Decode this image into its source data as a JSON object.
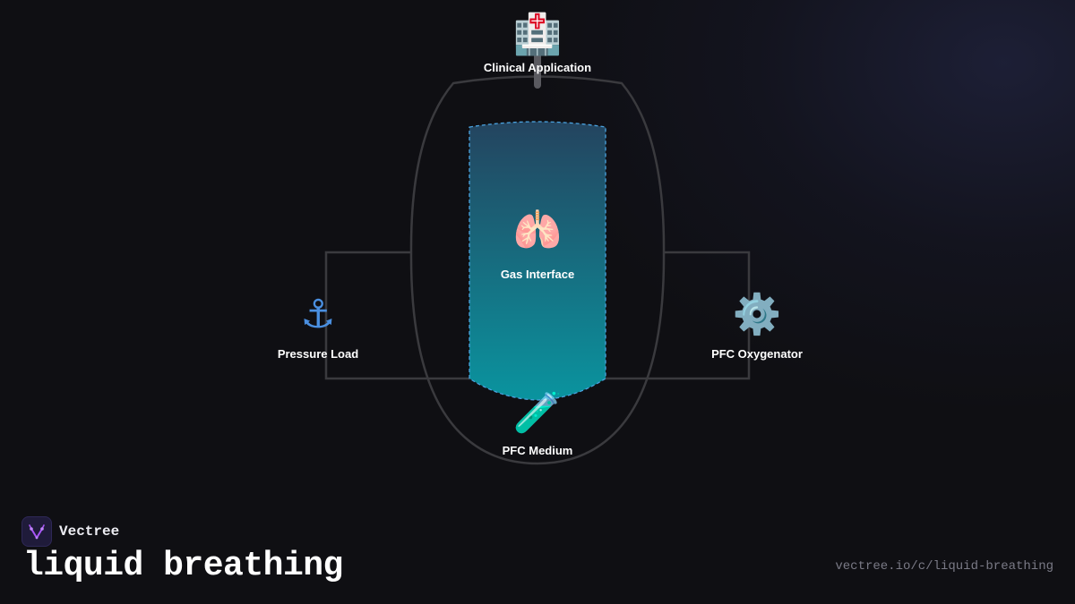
{
  "brand": {
    "name": "Vectree",
    "logo_icon": "vectree-logo-icon",
    "accent": "#a855f7"
  },
  "title": "liquid breathing",
  "url": "vectree.io/c/liquid-breathing",
  "colors": {
    "background": "#0f0f13",
    "outline": "#3a3a3e",
    "fluid_top": "#24445f",
    "fluid_bottom": "#0a949f",
    "fluid_border": "#4aa3e0"
  },
  "nodes": {
    "clinical": {
      "label": "Clinical Application",
      "icon": "hospital-icon",
      "glyph": "🏥"
    },
    "gas": {
      "label": "Gas Interface",
      "icon": "lungs-icon",
      "glyph": "🫁"
    },
    "pressure": {
      "label": "Pressure Load",
      "icon": "anchor-icon",
      "glyph": "⚓"
    },
    "oxygenator": {
      "label": "PFC Oxygenator",
      "icon": "gear-icon",
      "glyph": "⚙️"
    },
    "medium": {
      "label": "PFC Medium",
      "icon": "test-tube-icon",
      "glyph": "🧪"
    }
  }
}
